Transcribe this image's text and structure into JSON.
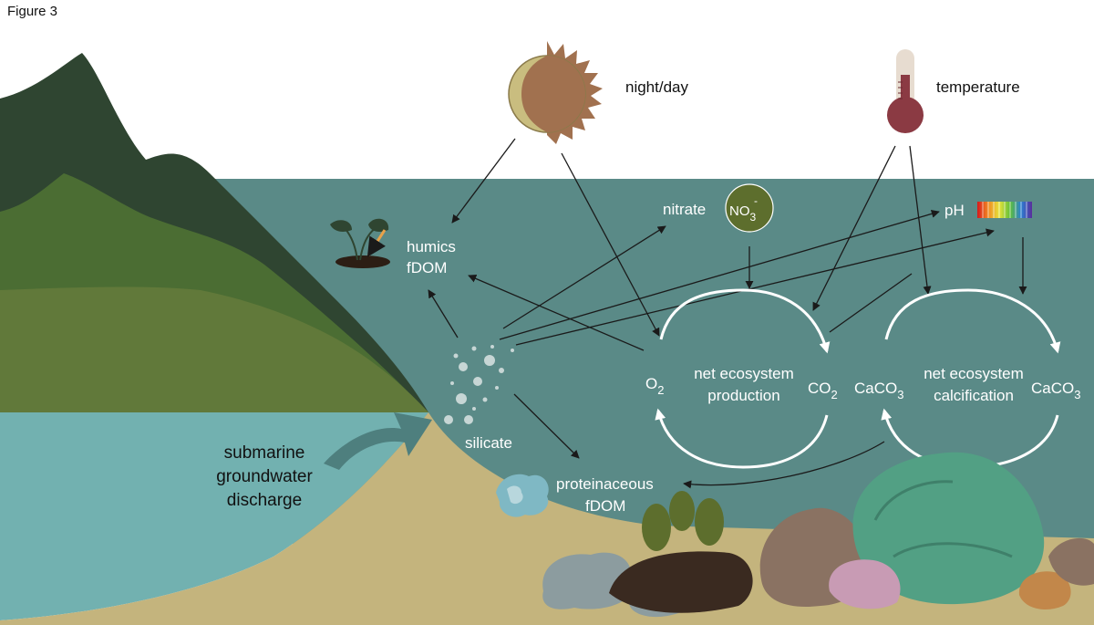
{
  "figure_label": "Figure 3",
  "labels": {
    "night_day": "night/day",
    "temperature": "temperature",
    "nitrate": "nitrate",
    "no3_base": "NO",
    "no3_sub": "3",
    "no3_sup": "-",
    "ph": "pH",
    "humics_line1": "humics",
    "humics_line2": "fDOM",
    "o2_base": "O",
    "o2_sub": "2",
    "co2_base": "CO",
    "co2_sub": "2",
    "caco3_left_base": "CaCO",
    "caco3_left_sub": "3",
    "caco3_right_base": "CaCO",
    "caco3_right_sub": "3",
    "nep_line1": "net ecosystem",
    "nep_line2": "production",
    "nec_line1": "net ecosystem",
    "nec_line2": "calcification",
    "silicate": "silicate",
    "sgd_line1": "submarine",
    "sgd_line2": "groundwater",
    "sgd_line3": "discharge",
    "protein_line1": "proteinaceous",
    "protein_line2": "fDOM"
  },
  "colors": {
    "ocean": "#5a8a87",
    "groundwater": "#72b1b0",
    "sand": "#c4b47d",
    "mountain_dark": "#2f4531",
    "mountain_mid": "#4b6d33",
    "mountain_light": "#61793a",
    "nitrate_circle": "#5d6e2d",
    "sun": "#a1714f",
    "moon": "#c9bd7f",
    "thermometer": "#8b3a43",
    "arrow": "#1a1a1a",
    "cycle": "#ffffff"
  }
}
